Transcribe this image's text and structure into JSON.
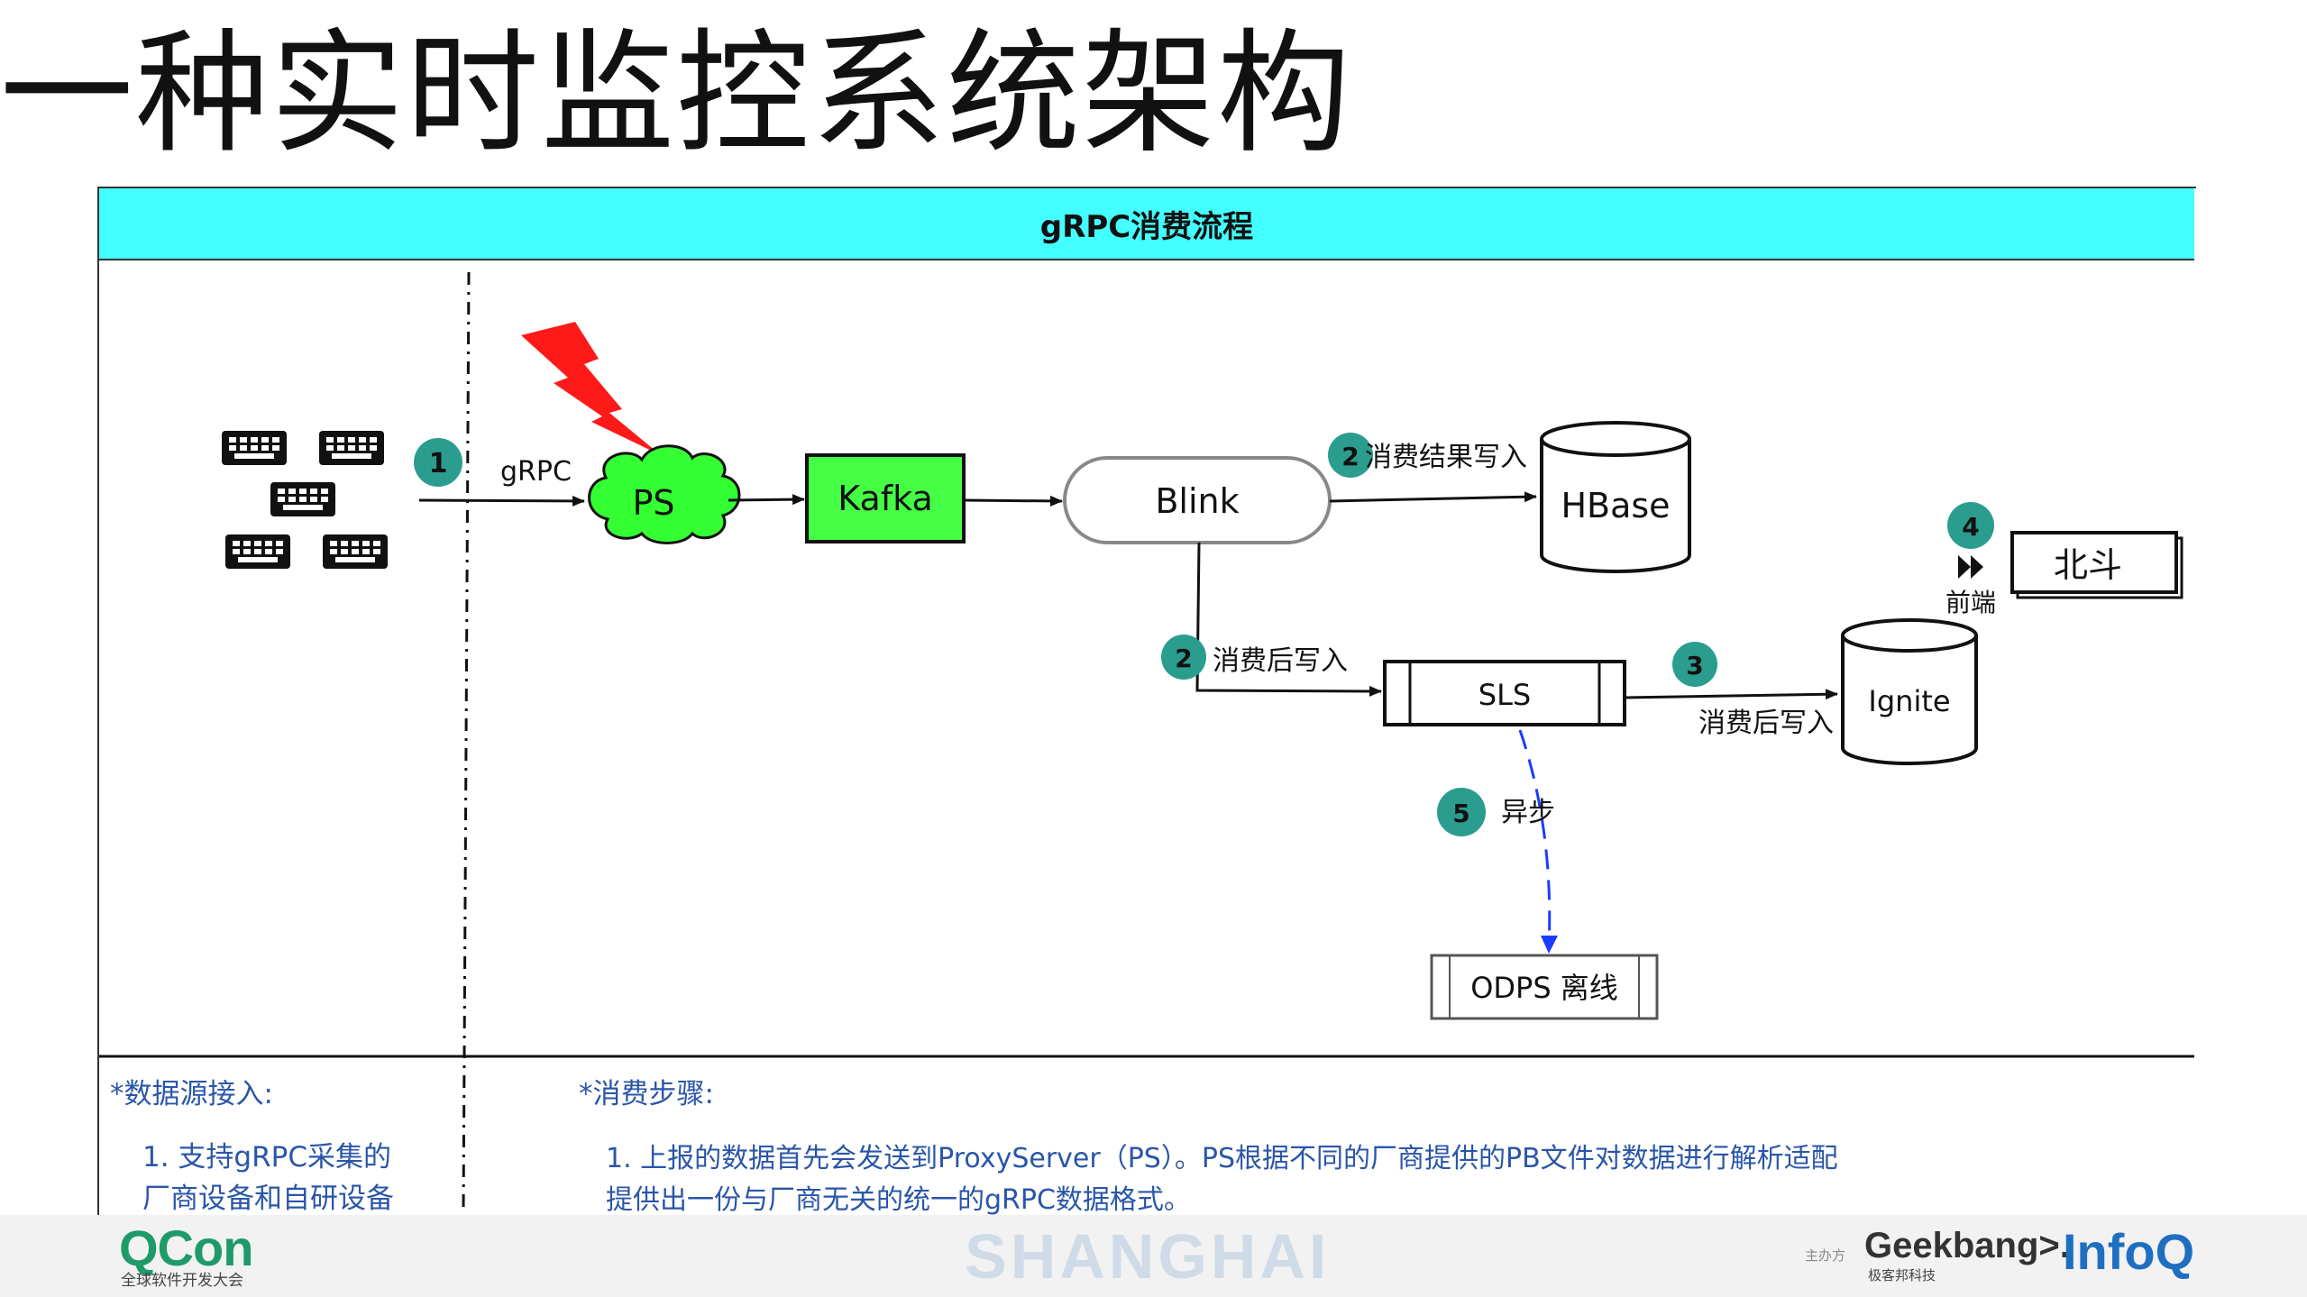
{
  "slide_title": "一种实时监控系统架构",
  "diagram_title": "gRPC消费流程",
  "nodes": {
    "ps": "PS",
    "kafka": "Kafka",
    "blink": "Blink",
    "hbase": "HBase",
    "sls": "SLS",
    "ignite": "Ignite",
    "odps": "ODPS 离线",
    "beidou": "北斗"
  },
  "edges": {
    "grpc": "gRPC",
    "consume_result_write": "消费结果写入",
    "consume_then_write_sls": "消费后写入",
    "consume_then_write_ignite": "消费后写入",
    "async": "异步",
    "frontend": "前端"
  },
  "steps": {
    "s1": "1",
    "s2a": "2",
    "s2b": "2",
    "s3": "3",
    "s4": "4",
    "s5": "5"
  },
  "left_note": {
    "heading": "*数据源接入:",
    "line1": "1. 支持gRPC采集的",
    "line2": "厂商设备和自研设备"
  },
  "right_note": {
    "heading": "*消费步骤:",
    "line1": "1. 上报的数据首先会发送到ProxyServer（PS）。PS根据不同的厂商提供的PB文件对数据进行解析适配",
    "line2": "提供出一份与厂商无关的统一的gRPC数据格式。"
  },
  "footer": {
    "qcon": "QCon",
    "qcon_sub": "全球软件开发大会",
    "city": "SHANGHAI",
    "organizer_label": "主办方",
    "geekbang": "Geekbang>.",
    "geekbang_sub": "极客邦科技",
    "infoq": "InfoQ"
  },
  "colors": {
    "header_bg": "#44ffff",
    "kafka_fill": "#44ff44",
    "ps_fill": "#33ff33",
    "step_circle": "#2a9d8f",
    "lightning": "#ff1a1a",
    "async_arrow": "#1a3cff",
    "note_text": "#2a56a8"
  },
  "icons": [
    "keyboard-icon",
    "lightning-icon",
    "fast-forward-icon"
  ]
}
